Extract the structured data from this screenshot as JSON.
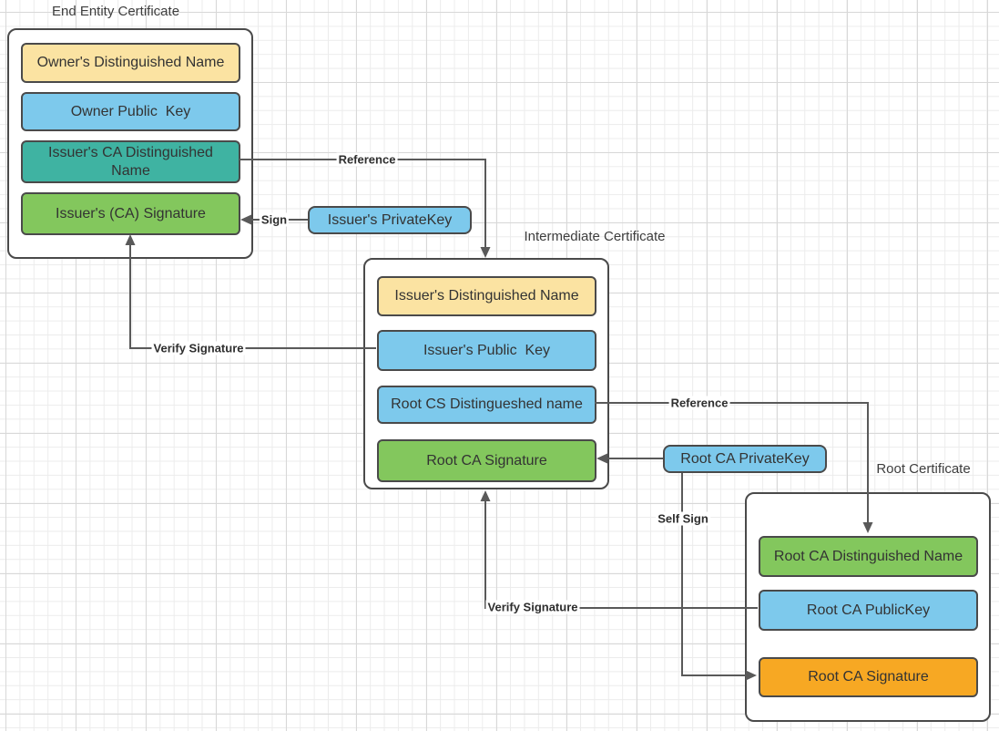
{
  "colors": {
    "yellow": "#FBE3A2",
    "blue": "#7DC9EC",
    "teal": "#3FB3A2",
    "green": "#83C75D",
    "orange": "#F7A823",
    "border": "#4A4A4A",
    "line": "#595959"
  },
  "end_entity": {
    "title": "End Entity Certificate",
    "fields": [
      {
        "label": "Owner's Distinguished Name",
        "color": "#FBE3A2"
      },
      {
        "label": "Owner Public  Key",
        "color": "#7DC9EC"
      },
      {
        "label": "Issuer's CA Distinguished Name",
        "color": "#3FB3A2"
      },
      {
        "label": "Issuer's (CA) Signature",
        "color": "#83C75D"
      }
    ]
  },
  "intermediate": {
    "title": "Intermediate Certificate",
    "fields": [
      {
        "label": "Issuer's Distinguished Name",
        "color": "#FBE3A2"
      },
      {
        "label": "Issuer's Public  Key",
        "color": "#7DC9EC"
      },
      {
        "label": "Root CS Distingueshed name",
        "color": "#7DC9EC"
      },
      {
        "label": "Root CA Signature",
        "color": "#83C75D"
      }
    ]
  },
  "root": {
    "title": "Root Certificate",
    "fields": [
      {
        "label": "Root CA Distinguished Name",
        "color": "#83C75D"
      },
      {
        "label": "Root CA PublicKey",
        "color": "#7DC9EC"
      },
      {
        "label": "Root CA Signature",
        "color": "#F7A823"
      }
    ]
  },
  "keys": {
    "issuer_private_key": {
      "label": "Issuer's PrivateKey",
      "color": "#7DC9EC"
    },
    "root_ca_private_key": {
      "label": "Root CA PrivateKey",
      "color": "#7DC9EC"
    }
  },
  "edges": {
    "reference_top": "Reference",
    "sign": "Sign",
    "verify_signature_left": "Verify Signature",
    "reference_bottom": "Reference",
    "self_sign": "Self Sign",
    "verify_signature_bottom": "Verify Signature"
  }
}
